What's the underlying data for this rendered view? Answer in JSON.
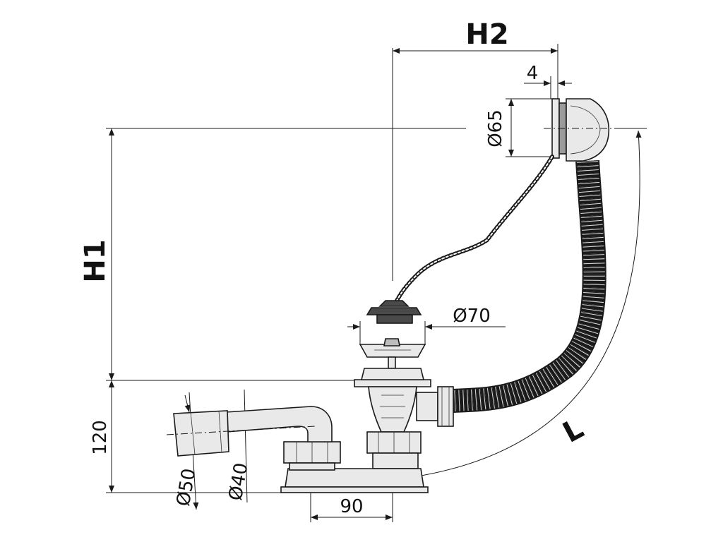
{
  "labels": {
    "h1": "H1",
    "h2": "H2",
    "l": "L",
    "overflow_gap": "4",
    "overflow_diameter": "Ø65",
    "plug_diameter": "Ø70",
    "trap_height": "120",
    "outlet_outer_diameter": "Ø50",
    "outlet_inner_diameter": "Ø40",
    "outlet_offset": "90"
  },
  "colors": {
    "line": "#1a1a1a",
    "fill": "#e9e9e9",
    "dark": "#4a4a4a"
  }
}
